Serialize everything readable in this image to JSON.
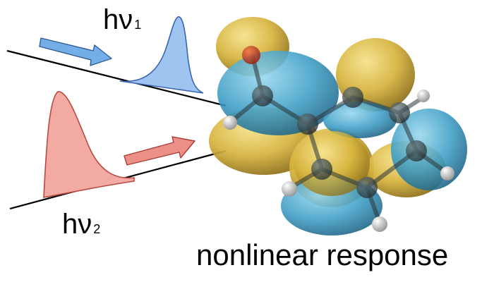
{
  "labels": {
    "photon1": {
      "base": "hν",
      "sub": "1"
    },
    "photon2": {
      "base": "hν",
      "sub": "2"
    },
    "caption": "nonlinear response"
  },
  "colors": {
    "pulse1_fill": "#9ec4f0",
    "pulse1_stroke": "#3a66b0",
    "arrow1": "#74aee8",
    "pulse2_fill": "#f3aaa2",
    "pulse2_stroke": "#b84a40",
    "arrow2": "#ec8f87",
    "lobe_gold": "#d6b33c",
    "lobe_blue": "#3e9ec6",
    "atom_carbon": "#3a4a4e",
    "atom_oxygen": "#cc3a1e",
    "atom_hydrogen": "#e6e6e6",
    "beam_line": "#000000"
  },
  "icons": {
    "pulse1": "gaussian-pulse-icon",
    "pulse2": "gaussian-pulse-icon",
    "arrow1": "right-arrow-icon",
    "arrow2": "right-arrow-icon",
    "molecule": "molecular-orbital-icon"
  }
}
